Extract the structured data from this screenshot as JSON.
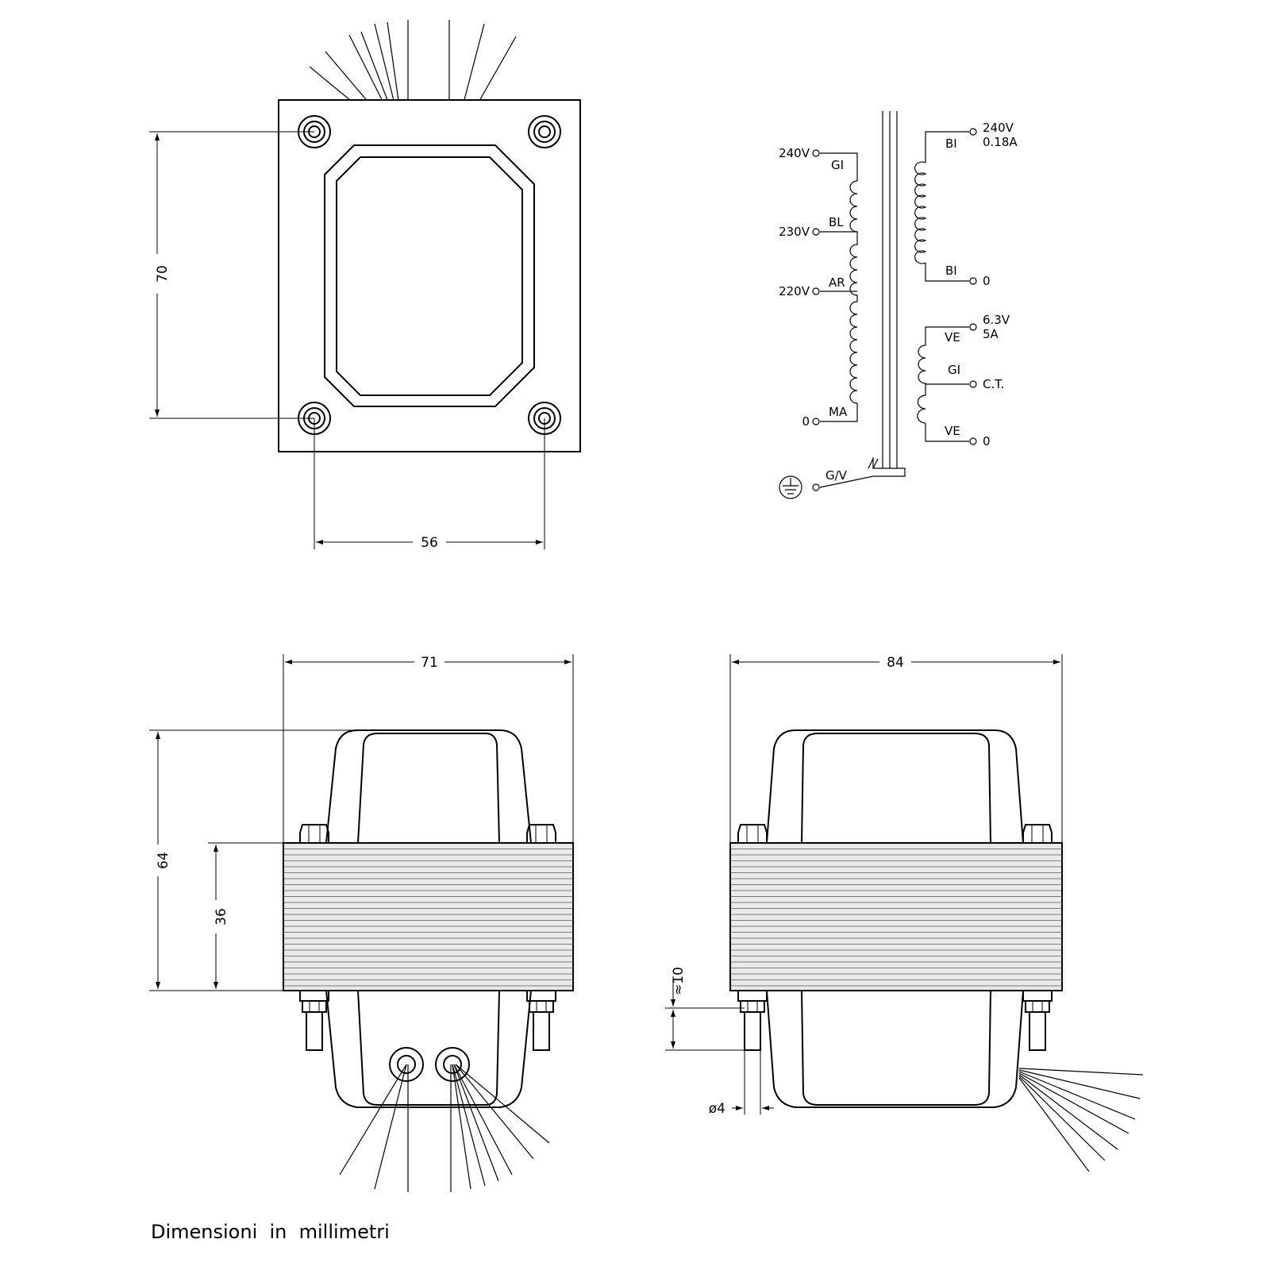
{
  "top_view": {
    "height_dim": "70",
    "hole_spacing_dim": "56"
  },
  "front_view": {
    "width_dim": "71",
    "height_dim": "64",
    "core_height_dim": "36"
  },
  "side_view": {
    "width_dim": "84",
    "stud_length_dim": "≈10",
    "stud_diameter_dim": "ø4"
  },
  "schematic": {
    "primary": [
      {
        "voltage": "240V",
        "wire": "GI"
      },
      {
        "voltage": "230V",
        "wire": "BL"
      },
      {
        "voltage": "220V",
        "wire": "AR"
      },
      {
        "voltage": "0",
        "wire": "MA"
      }
    ],
    "secondary_hv": {
      "top_voltage": "240V",
      "top_current": "0.18A",
      "top_wire": "BI",
      "bottom_voltage": "0",
      "bottom_wire": "BI"
    },
    "secondary_lv": {
      "top_voltage": "6.3V",
      "top_current": "5A",
      "top_wire": "VE",
      "center_label": "C.T.",
      "center_wire": "GI",
      "bottom_voltage": "0",
      "bottom_wire": "VE"
    },
    "ground_wire": "G/V"
  },
  "caption": "Dimensioni  in  millimetri"
}
